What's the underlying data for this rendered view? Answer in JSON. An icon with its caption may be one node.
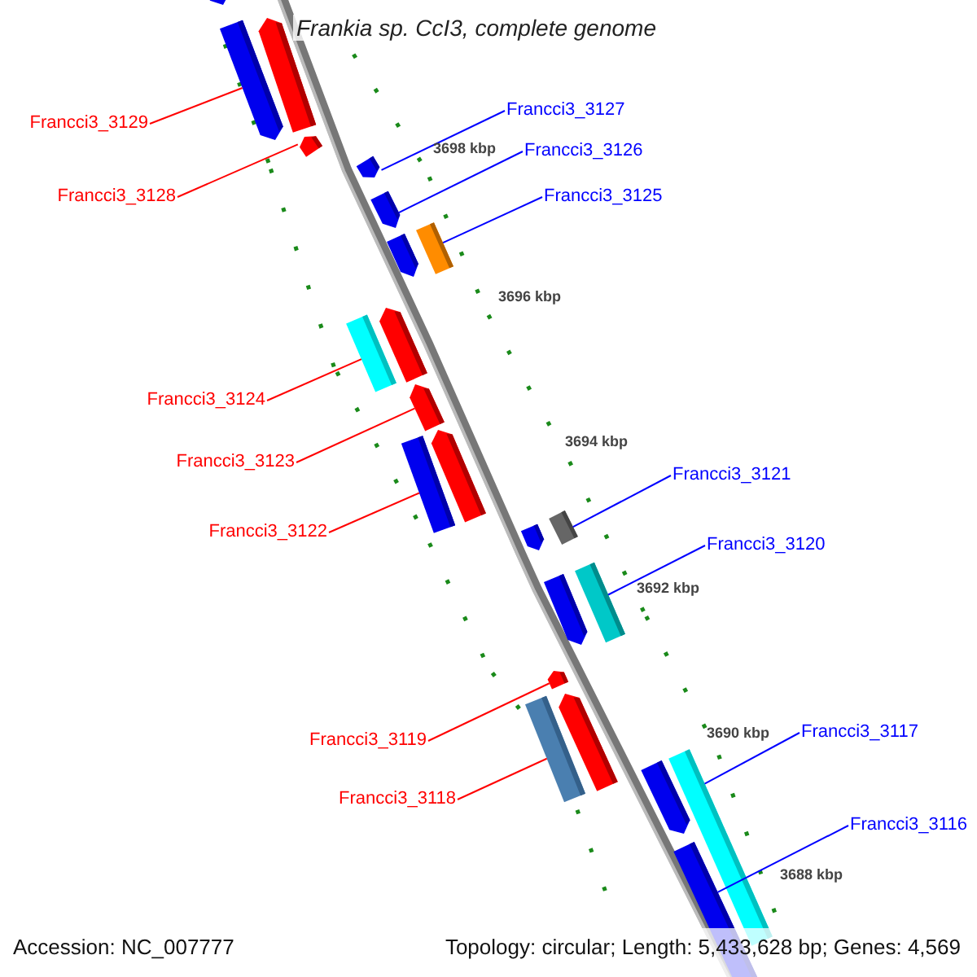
{
  "diagram": {
    "title": "Frankia sp. CcI3, complete genome",
    "nodes": [
      {
        "text": [],
        "shape": "bar"
      },
      {
        "text": [],
        "shape": "bar"
      },
      {
        "text": [],
        "shape": "bar"
      },
      {
        "text": [],
        "shape": "bar"
      },
      {
        "text": [],
        "shape": "bar"
      },
      {
        "text": [],
        "shape": "bar"
      },
      {
        "text": [],
        "shape": "bar"
      },
      {
        "text": [],
        "shape": "bar"
      },
      {
        "text": [],
        "shape": "bar"
      },
      {
        "text": [],
        "shape": "bar"
      },
      {
        "text": [],
        "shape": "bar"
      },
      {
        "text": [],
        "shape": "bar"
      },
      {
        "text": [],
        "shape": "bar"
      },
      {
        "text": [],
        "shape": "bar"
      },
      {
        "text": [],
        "shape": "bar"
      },
      {
        "text": [],
        "shape": "bar"
      },
      {
        "text": [],
        "shape": "bar"
      },
      {
        "text": [],
        "shape": "bar"
      },
      {
        "text": [],
        "shape": "bar"
      },
      {
        "text": [],
        "shape": "bar"
      },
      {
        "text": [],
        "shape": "bar"
      },
      {
        "text": [],
        "shape": "bar"
      },
      {
        "text": [],
        "shape": "bar"
      },
      {
        "text": [
          "Francci3_3129"
        ]
      },
      {
        "text": [
          "Francci3_3128"
        ]
      },
      {
        "text": [
          "Francci3_3127"
        ]
      },
      {
        "text": [
          "Francci3_3126"
        ]
      },
      {
        "text": [
          "Francci3_3125"
        ]
      },
      {
        "text": [
          "Francci3_3124"
        ]
      },
      {
        "text": [
          "Francci3_3123"
        ]
      },
      {
        "text": [
          "Francci3_3122"
        ]
      },
      {
        "text": [
          "Francci3_3121"
        ]
      },
      {
        "text": [
          "Francci3_3120"
        ]
      },
      {
        "text": [
          "Francci3_3119"
        ]
      },
      {
        "text": [
          "Francci3_3118"
        ]
      },
      {
        "text": [
          "Francci3_3117"
        ]
      },
      {
        "text": [
          "Francci3_3116"
        ]
      }
    ],
    "edges": [
      {
        "from": 23,
        "to": 1,
        "arrow": "none"
      },
      {
        "from": 24,
        "to": 3,
        "arrow": "none"
      },
      {
        "from": 25,
        "to": 4,
        "arrow": "none",
        "color": "#0000ff"
      },
      {
        "from": 26,
        "to": 5,
        "arrow": "none",
        "color": "#0000ff"
      },
      {
        "from": 27,
        "to": 7,
        "arrow": "none",
        "color": "#0000ff"
      },
      {
        "from": 28,
        "to": 8,
        "arrow": "none"
      },
      {
        "from": 29,
        "to": 10,
        "arrow": "none"
      },
      {
        "from": 30,
        "to": 11,
        "arrow": "none"
      },
      {
        "from": 31,
        "to": 14,
        "arrow": "none",
        "color": "#0000ff"
      },
      {
        "from": 32,
        "to": 16,
        "arrow": "none",
        "color": "#0000ff"
      },
      {
        "from": 33,
        "to": 17,
        "arrow": "none"
      },
      {
        "from": 34,
        "to": 18,
        "arrow": "none"
      },
      {
        "from": 35,
        "to": 21,
        "arrow": "none",
        "color": "#0000ff"
      },
      {
        "from": 36,
        "to": 22,
        "arrow": "none",
        "color": "#0000ff"
      }
    ],
    "labels": [
      "3698 kbp",
      "3696 kbp",
      "3694 kbp",
      "3692 kbp",
      "3690 kbp",
      "3688 kbp",
      "Accession: NC_007777",
      "Topology: circular; Length: 5,433,628 bp; Genes: 4,569"
    ]
  }
}
